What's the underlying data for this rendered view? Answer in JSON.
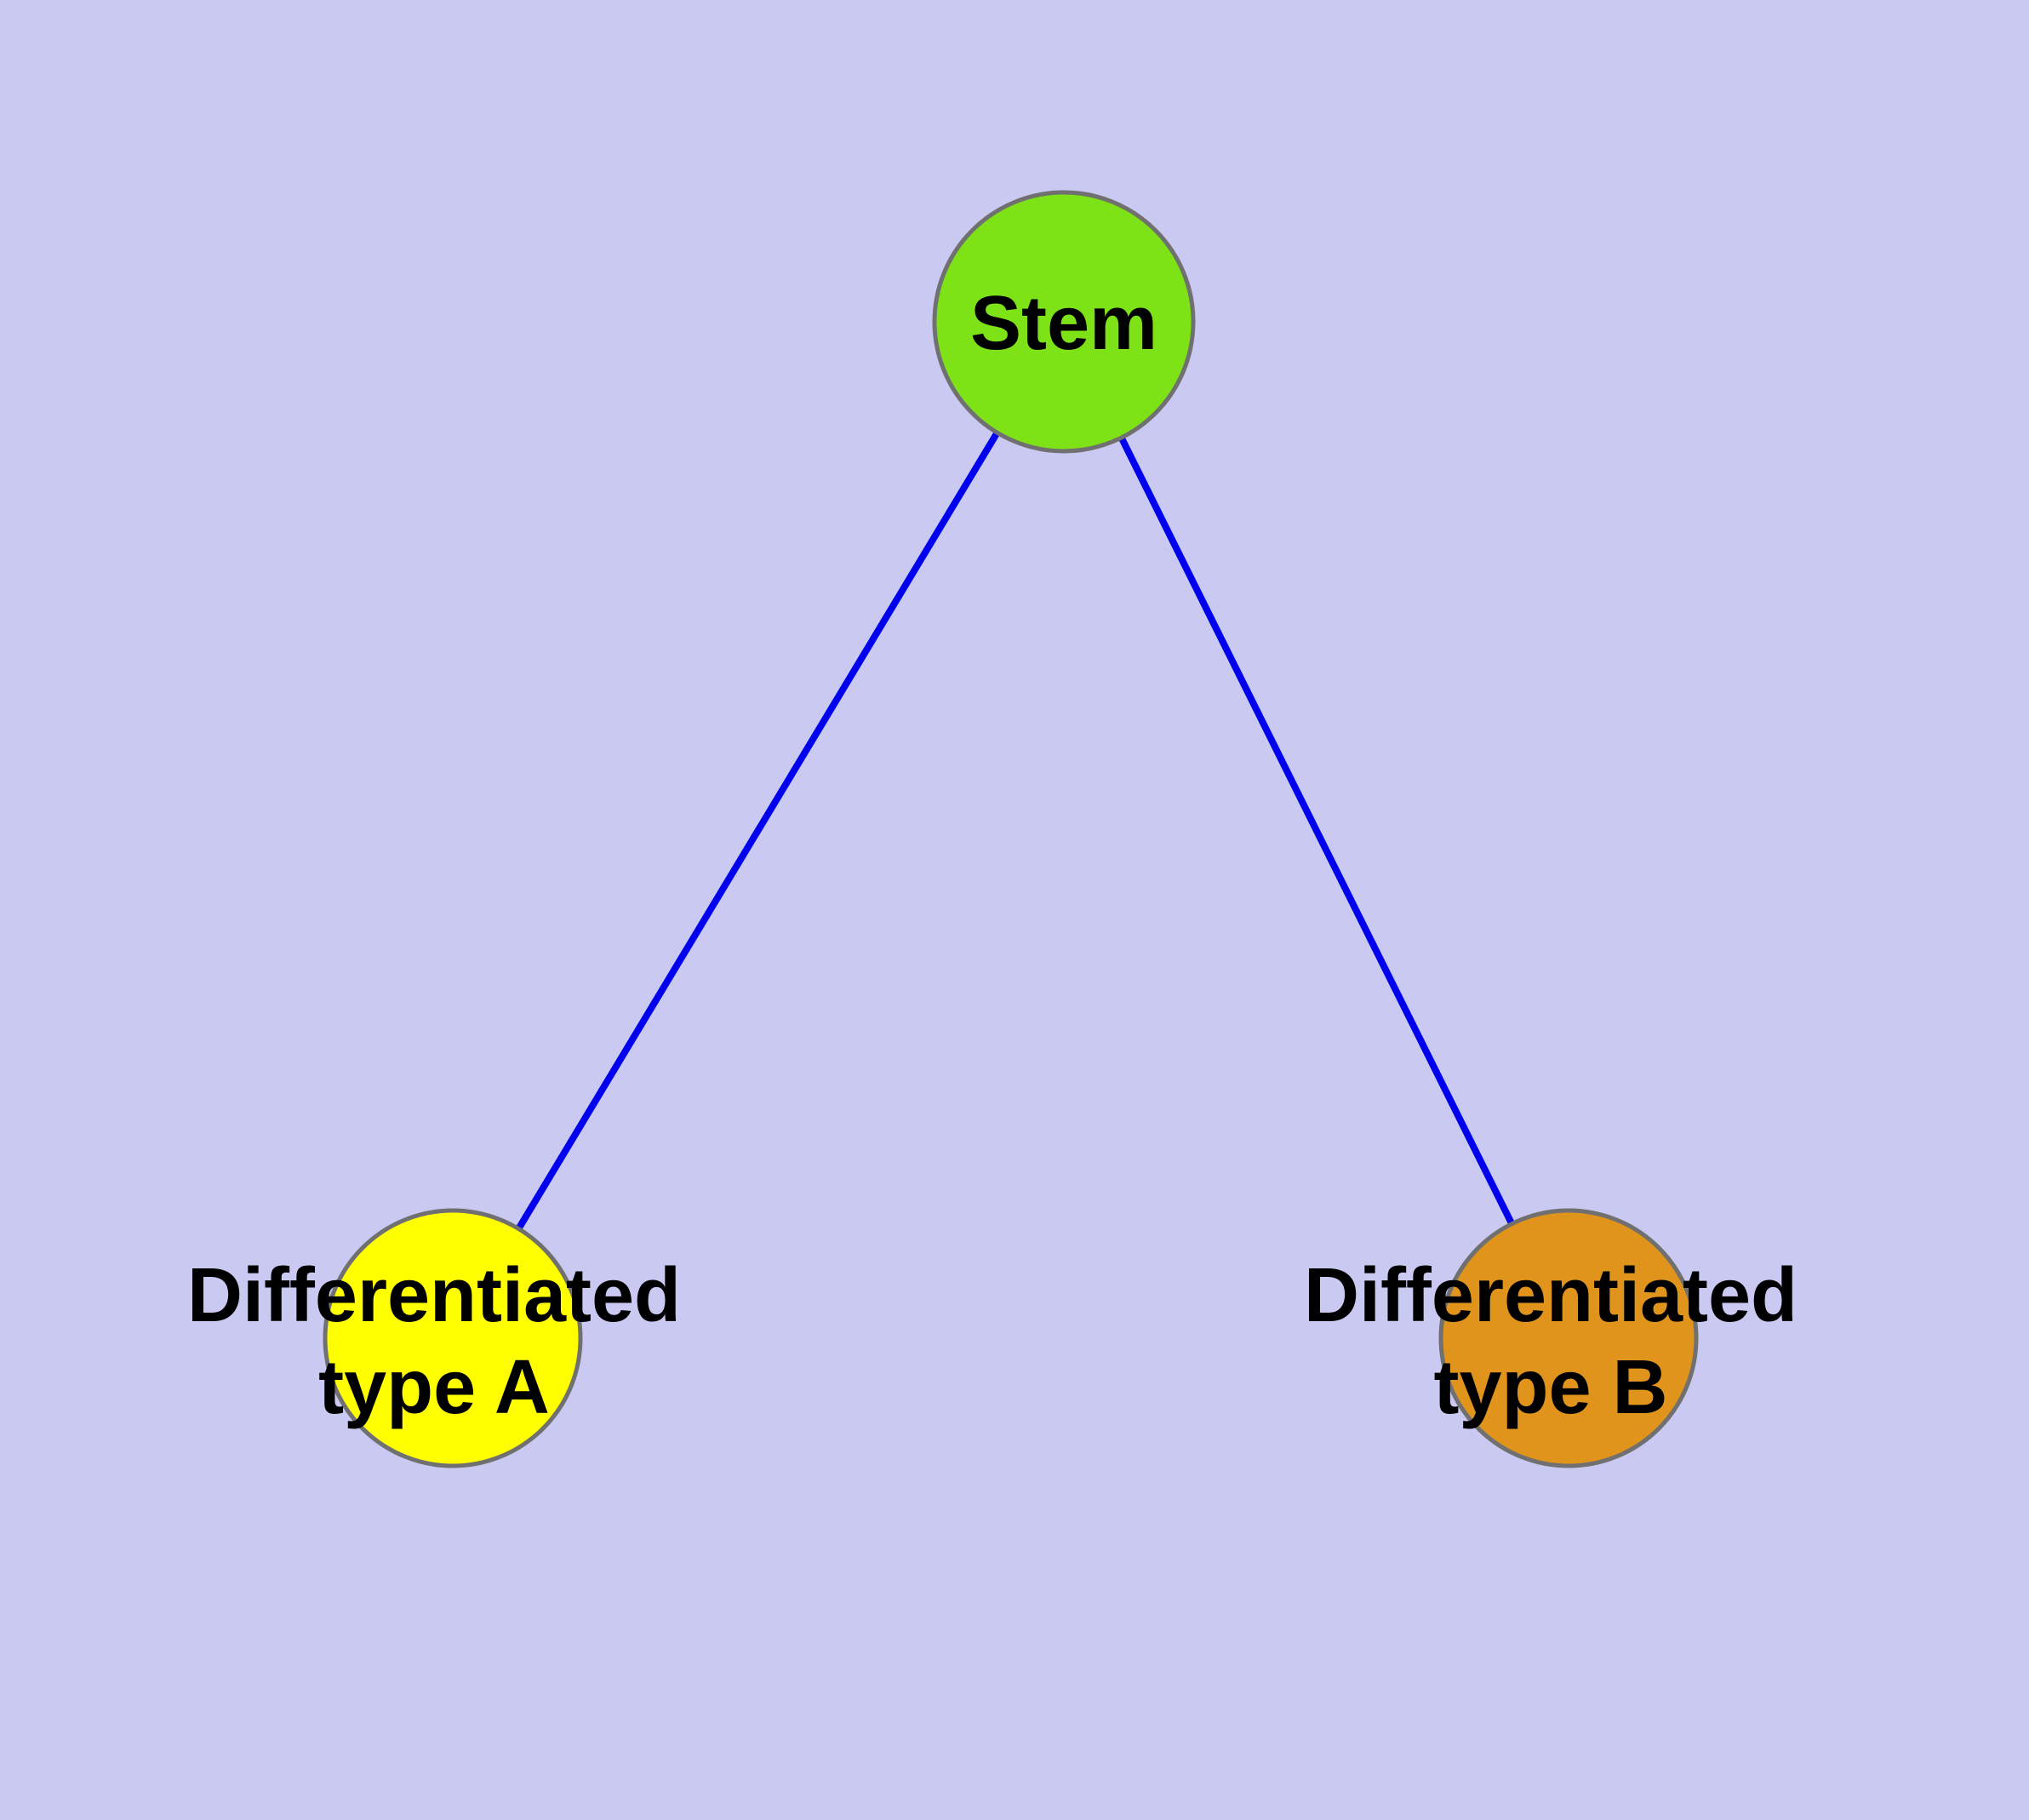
{
  "colors": {
    "background": "#c9c9f2",
    "edge": "#0000ee",
    "node_border": "#707070"
  },
  "nodes": {
    "stem": {
      "label": "Stem",
      "color": "#7de317"
    },
    "type_a": {
      "label_line1": "Differentiated",
      "label_line2": "type A",
      "color": "#ffff00"
    },
    "type_b": {
      "label_line1": "Differentiated",
      "label_line2": "type B",
      "color": "#e0941c"
    }
  },
  "edges": [
    {
      "from": "stem",
      "to": "type_a"
    },
    {
      "from": "stem",
      "to": "type_b"
    }
  ]
}
